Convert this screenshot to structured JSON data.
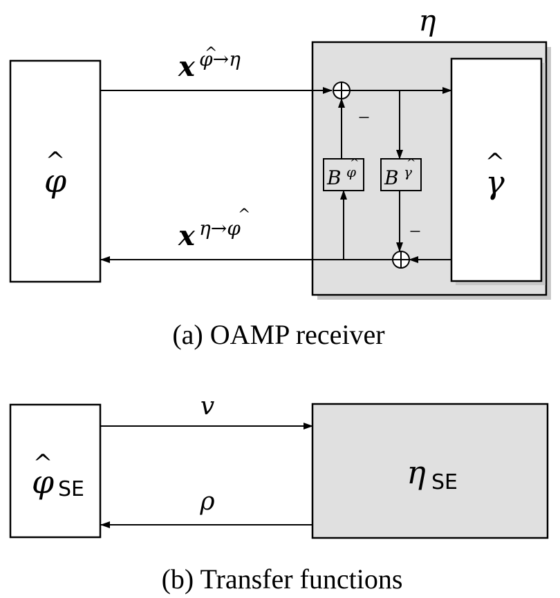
{
  "panel_a": {
    "left_block": {
      "symbol": "φ",
      "hat": "^"
    },
    "right_container": {
      "label": "η"
    },
    "inner_block": {
      "symbol": "γ",
      "hat": "^"
    },
    "forward_message": {
      "base": "x",
      "superscript": "φ→η",
      "hat": "^"
    },
    "backward_message": {
      "base": "x",
      "superscript": "η→φ",
      "hat": "^"
    },
    "b_phi": {
      "base": "B",
      "superscript": "φ",
      "hat": "^"
    },
    "b_gamma": {
      "base": "B",
      "superscript": "γ",
      "hat": "^"
    },
    "minus_top": "−",
    "minus_bottom": "−",
    "caption": "(a) OAMP receiver"
  },
  "panel_b": {
    "left_block": {
      "symbol": "φ",
      "subscript": "SE",
      "hat": "^"
    },
    "right_block": {
      "symbol": "η",
      "subscript": "SE"
    },
    "forward_label": "v",
    "backward_label": "ρ",
    "caption": "(b) Transfer functions"
  },
  "colors": {
    "container_fill": "#e0e0e0",
    "shadow": "#c8c8c8",
    "stroke": "#000000",
    "block_fill": "#ffffff"
  }
}
